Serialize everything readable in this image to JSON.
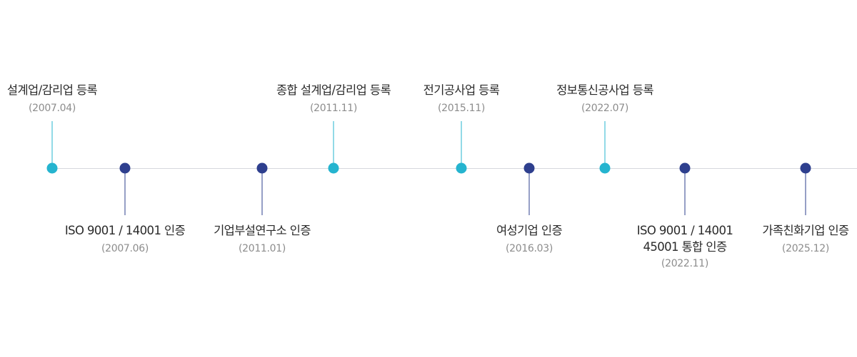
{
  "milestones": [
    {
      "title": "설계업/감리업 등록",
      "date": "(2007.04)",
      "side": "top",
      "color": "teal"
    },
    {
      "title": "ISO 9001 / 14001 인증",
      "date": "(2007.06)",
      "side": "bottom",
      "color": "navy"
    },
    {
      "title": "기업부설연구소 인증",
      "date": "(2011.01)",
      "side": "bottom",
      "color": "navy"
    },
    {
      "title": "종합 설계업/감리업 등록",
      "date": "(2011.11)",
      "side": "top",
      "color": "teal"
    },
    {
      "title": "전기공사업 등록",
      "date": "(2015.11)",
      "side": "top",
      "color": "teal"
    },
    {
      "title": "여성기업 인증",
      "date": "(2016.03)",
      "side": "bottom",
      "color": "navy"
    },
    {
      "title": "정보통신공사업 등록",
      "date": "(2022.07)",
      "side": "top",
      "color": "teal"
    },
    {
      "title_lines": [
        "ISO 9001 / 14001",
        "45001  통합 인증"
      ],
      "date": "(2022.11)",
      "side": "bottom",
      "color": "navy"
    },
    {
      "title": "가족친화기업 인증",
      "date": "(2025.12)",
      "side": "bottom",
      "color": "navy"
    }
  ]
}
